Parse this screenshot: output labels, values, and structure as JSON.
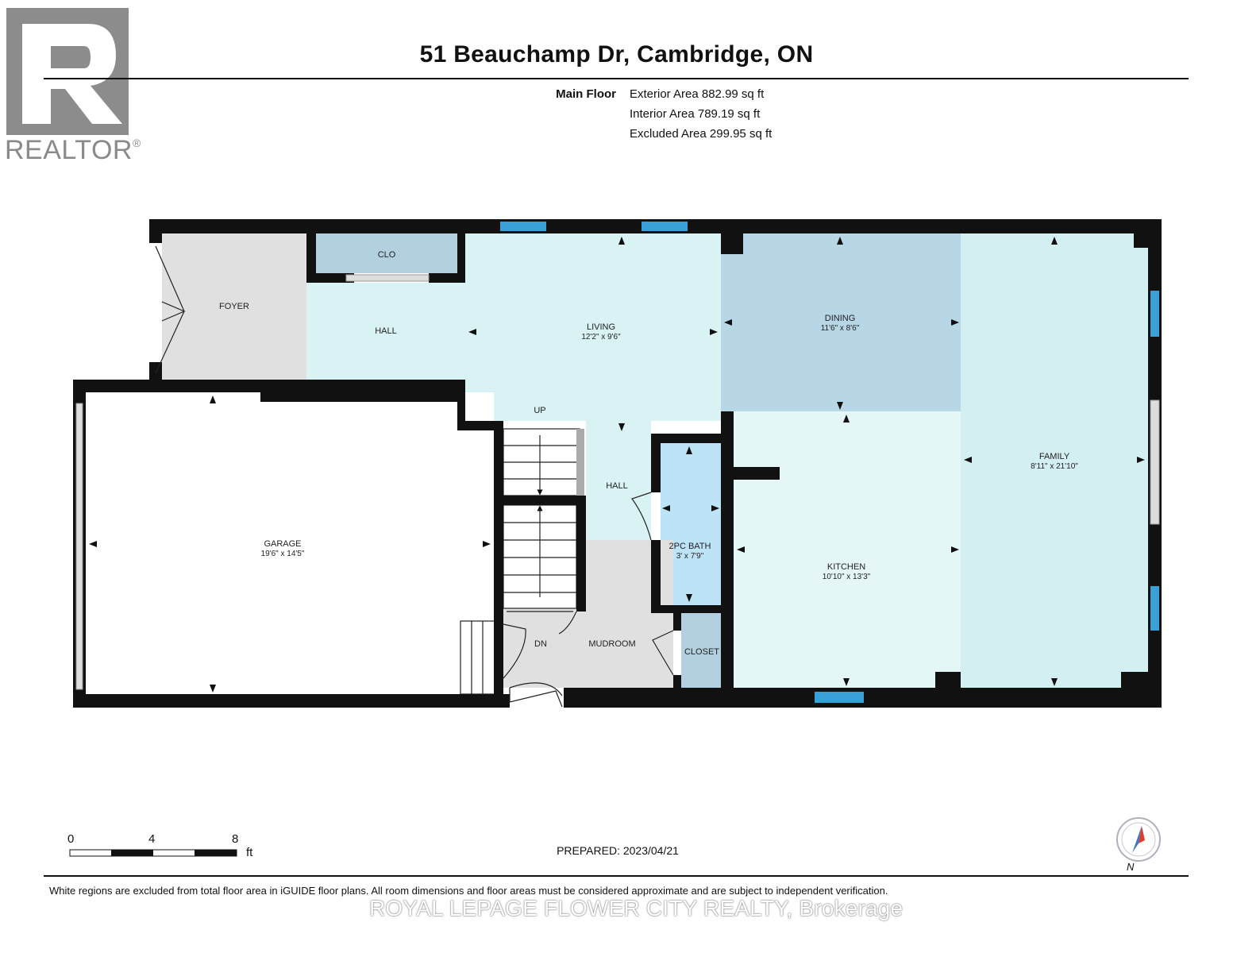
{
  "header": {
    "title": "51 Beauchamp Dr, Cambridge, ON",
    "floor_name": "Main Floor",
    "exterior_area": "Exterior Area 882.99 sq ft",
    "interior_area": "Interior Area 789.19 sq ft",
    "excluded_area": "Excluded Area 299.95 sq ft"
  },
  "logo": {
    "text": "REALTOR",
    "mark": "®"
  },
  "rooms": {
    "foyer": {
      "name": "FOYER"
    },
    "clo": {
      "name": "CLO"
    },
    "hall_upper": {
      "name": "HALL"
    },
    "living": {
      "name": "LIVING",
      "dims": "12'2\" x 9'6\""
    },
    "dining": {
      "name": "DINING",
      "dims": "11'6\" x 8'6\""
    },
    "family": {
      "name": "FAMILY",
      "dims": "8'11\" x 21'10\""
    },
    "garage": {
      "name": "GARAGE",
      "dims": "19'6\" x 14'5\""
    },
    "hall_lower": {
      "name": "HALL"
    },
    "bath": {
      "name": "2PC BATH",
      "dims": "3' x 7'9\""
    },
    "kitchen": {
      "name": "KITCHEN",
      "dims": "10'10\" x 13'3\""
    },
    "mudroom": {
      "name": "MUDROOM"
    },
    "closet": {
      "name": "CLOSET"
    },
    "stairs_up": {
      "name": "UP"
    },
    "stairs_down": {
      "name": "DN"
    }
  },
  "colors": {
    "wall": "#111111",
    "living": "#d9f2f3",
    "dining": "#b7d6e6",
    "family": "#d4eff1",
    "kitchen": "#e4f7f6",
    "bath": "#bde3f7",
    "closet": "#b3d0e0",
    "grey_room": "#e0e0e0",
    "window": "#3aa0d8"
  },
  "scale": {
    "ticks": [
      "0",
      "4",
      "8"
    ],
    "unit": "ft"
  },
  "compass": {
    "label": "N",
    "icon": "compass-icon"
  },
  "footer": {
    "prepared": "PREPARED: 2023/04/21",
    "disclaimer": "White regions are excluded from total floor area in iGUIDE floor plans. All room dimensions and floor areas must be considered approximate and are subject to independent verification.",
    "brokerage": "ROYAL LEPAGE FLOWER CITY REALTY, Brokerage"
  }
}
